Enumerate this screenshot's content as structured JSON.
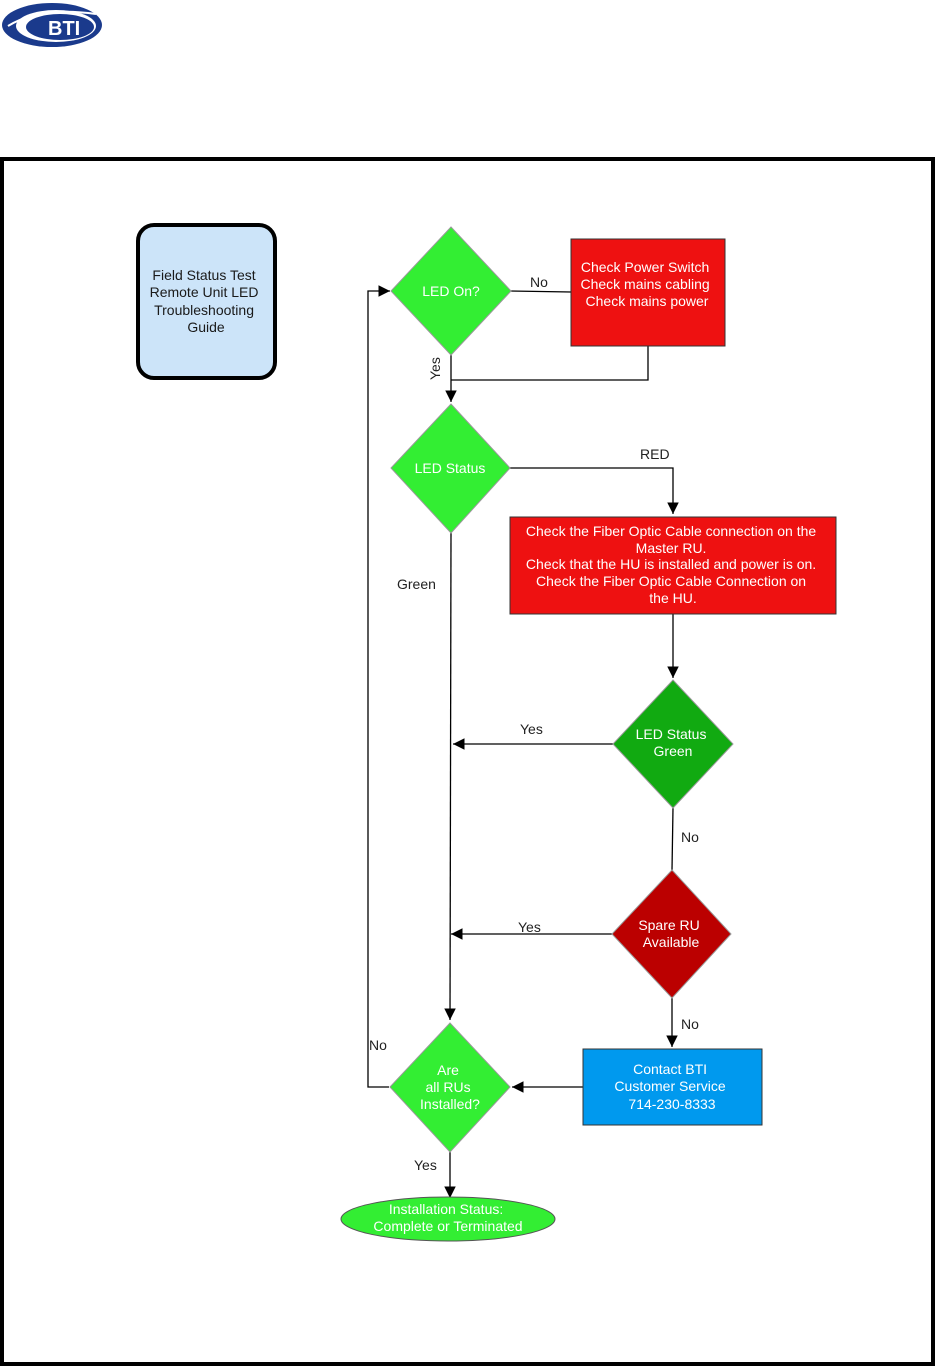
{
  "logo": {
    "text": "BTI"
  },
  "title_box": {
    "lines": [
      "Field Status Test",
      "Remote Unit LED",
      "Troubleshooting",
      "Guide"
    ]
  },
  "nodes": {
    "led_on": {
      "lines": [
        "LED On?"
      ]
    },
    "check_power": {
      "lines": [
        "Check Power Switch",
        "Check mains cabling",
        "Check mains power"
      ]
    },
    "led_status": {
      "lines": [
        "LED Status"
      ]
    },
    "check_fiber": {
      "lines": [
        "Check the Fiber Optic Cable connection on the",
        "Master RU.",
        "Check that the HU is installed and power is on.",
        "Check the Fiber Optic Cable Connection on",
        "the HU."
      ]
    },
    "led_status_green": {
      "lines": [
        "LED Status",
        "Green"
      ]
    },
    "spare_ru": {
      "lines": [
        "Spare RU",
        "Available"
      ]
    },
    "contact_bti": {
      "lines": [
        "Contact BTI",
        "Customer Service",
        "714-230-8333"
      ]
    },
    "all_installed": {
      "lines": [
        "Are",
        "all RUs",
        "Installed?"
      ]
    },
    "install_status": {
      "lines": [
        "Installation Status:",
        "Complete or Terminated"
      ]
    }
  },
  "edge_labels": {
    "no_power": "No",
    "yes_led_on": "Yes",
    "red": "RED",
    "green": "Green",
    "yes_status_green": "Yes",
    "no_status_green": "No",
    "yes_spare": "Yes",
    "no_spare": "No",
    "no_loop": "No",
    "yes_done": "Yes"
  },
  "colors": {
    "bright_green": "#33ee33",
    "dark_green": "#11aa11",
    "red": "#ee1111",
    "dark_red": "#bb0000",
    "blue": "#0099ee",
    "light_blue": "#cce4f9",
    "logo_blue": "#1a3a8c"
  }
}
